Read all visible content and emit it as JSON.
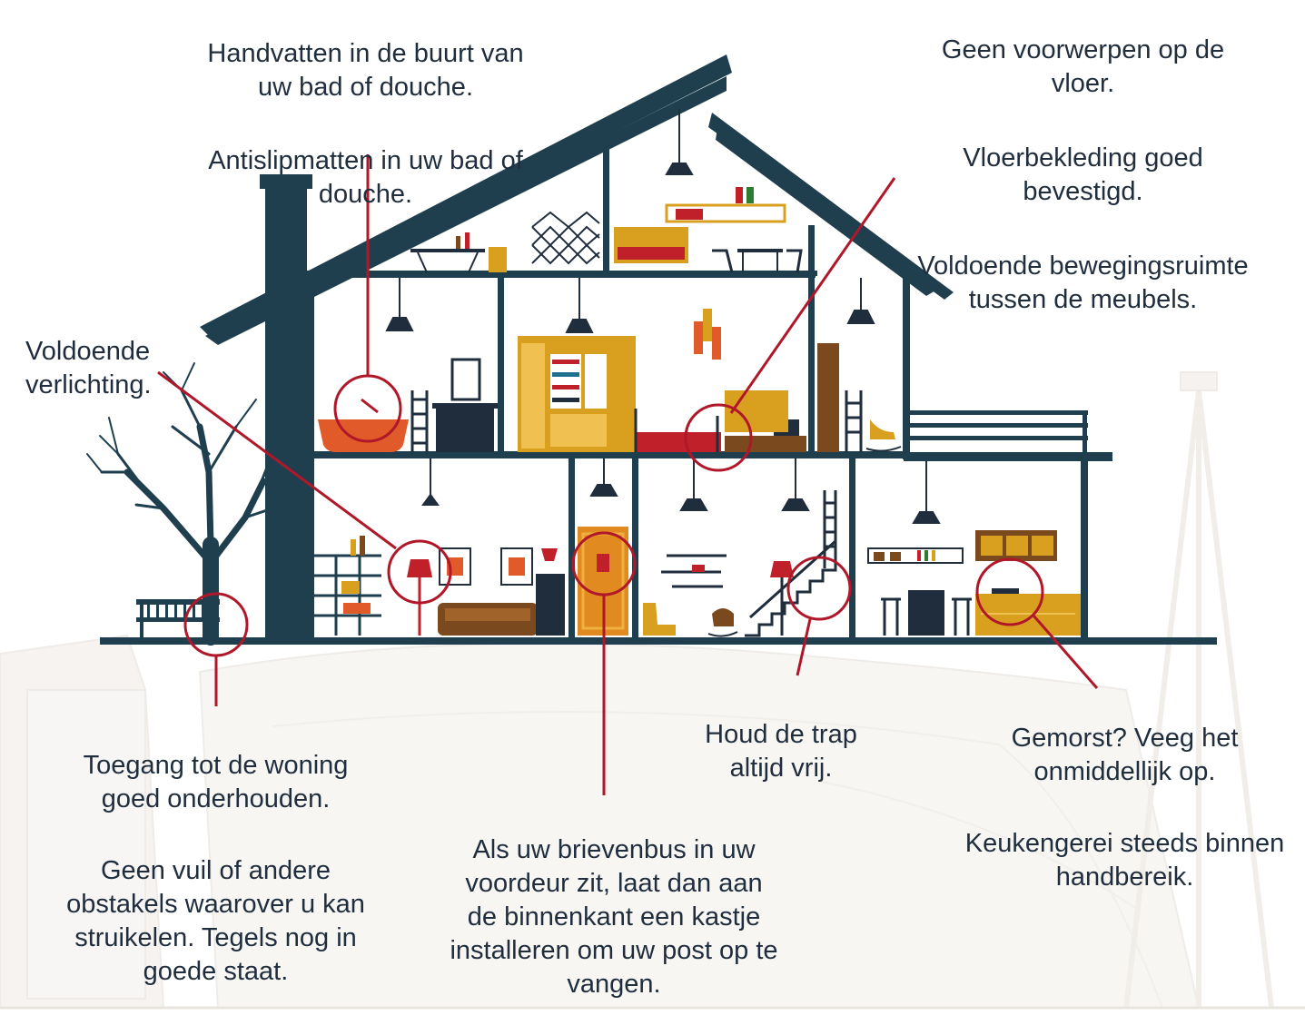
{
  "callouts": {
    "bath": {
      "line1": "Handvatten in de buurt van\nuw bad of douche.",
      "line2": "Antislipmatten in uw bad of\ndouche."
    },
    "floor": {
      "line1": "Geen voorwerpen op de\nvloer.",
      "line2": "Vloerbekleding goed\nbevestigd.",
      "line3": "Voldoende bewegingsruimte\ntussen de meubels."
    },
    "lighting": {
      "line1": "Voldoende\nverlichting."
    },
    "entrance": {
      "line1": "Toegang tot de woning\ngoed onderhouden.",
      "line2": "Geen vuil of andere\nobstakels waarover u kan\nstruikelen. Tegels nog in\ngoede staat."
    },
    "mailbox": {
      "line1": "Als uw brievenbus in uw\nvoordeur zit, laat dan aan\nde binnenkant een kastje\ninstalleren om uw post op te\nvangen."
    },
    "stairs": {
      "line1": "Houd de trap\naltijd vrij."
    },
    "kitchen": {
      "line1": "Gemorst? Veeg het\nonmiddellijk op.",
      "line2": "Keukengerei steeds binnen\nhandbereik."
    }
  },
  "colors": {
    "house": "#1f3f4f",
    "accent": "#b0182a",
    "furniture_orange": "#d9a020",
    "furniture_red": "#c0202a",
    "furniture_brown": "#7a4a1e",
    "text": "#1f2d3d",
    "background_ghost": "#ede9e3"
  }
}
